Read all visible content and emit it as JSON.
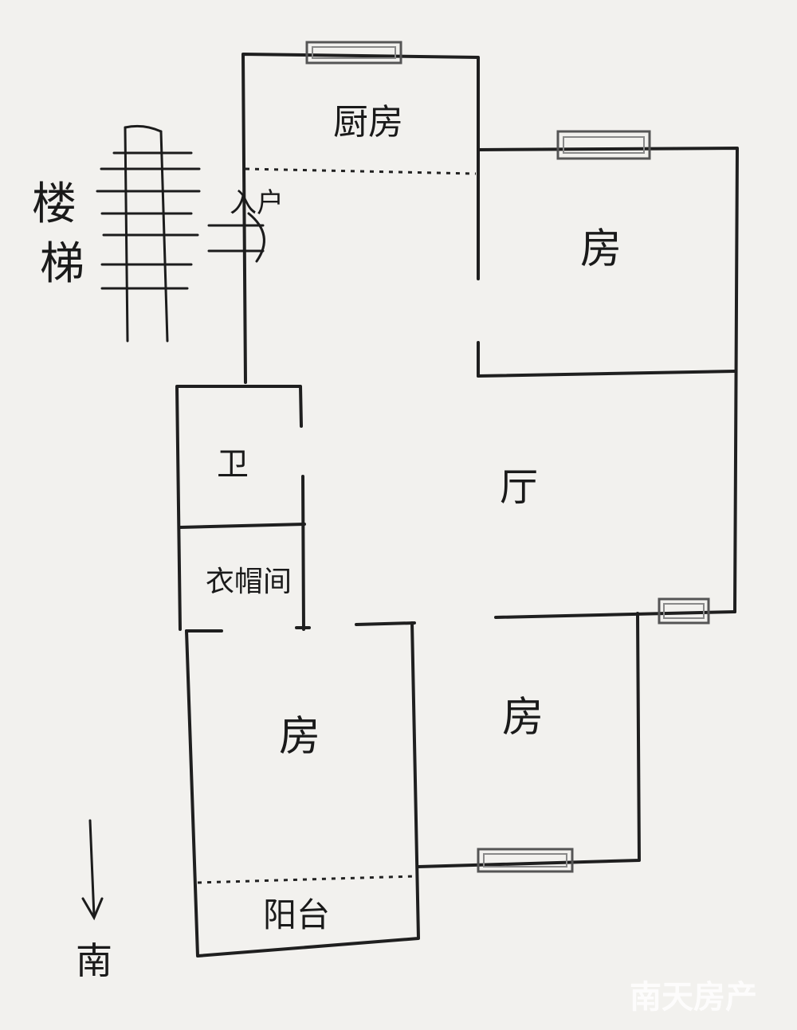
{
  "rooms": {
    "kitchen": "厨房",
    "bedroom_ne": "房",
    "living": "厅",
    "bath": "卫",
    "storage": "衣帽间",
    "bedroom_sw": "房",
    "bedroom_s": "房",
    "balcony": "阳台"
  },
  "labels": {
    "stairs_1": "楼",
    "stairs_2": "梯",
    "entrance": "入户",
    "south": "南"
  },
  "watermark": "南天房产"
}
